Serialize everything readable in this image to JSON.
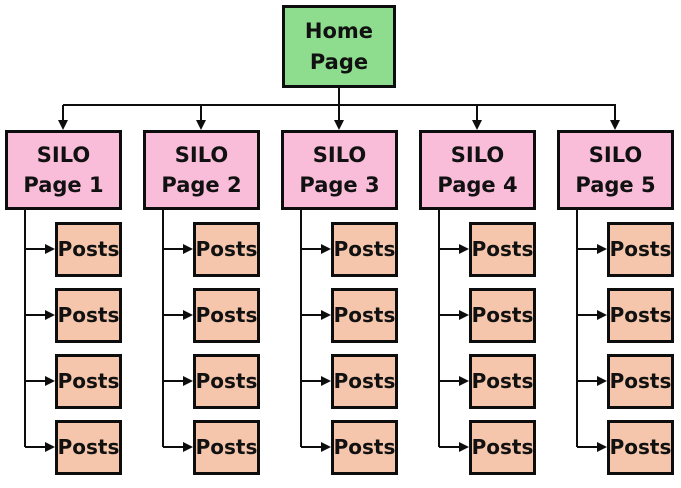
{
  "colors": {
    "background": "#ffffff",
    "home_fill": "#8edc8e",
    "silo_fill": "#f9bcd9",
    "posts_fill": "#f5c6ac",
    "line": "#0d0d0d"
  },
  "diagram": {
    "home": {
      "label": "Home\nPage"
    },
    "silos": [
      {
        "label": "SILO\nPage 1",
        "posts": [
          "Posts",
          "Posts",
          "Posts",
          "Posts"
        ]
      },
      {
        "label": "SILO\nPage 2",
        "posts": [
          "Posts",
          "Posts",
          "Posts",
          "Posts"
        ]
      },
      {
        "label": "SILO\nPage 3",
        "posts": [
          "Posts",
          "Posts",
          "Posts",
          "Posts"
        ]
      },
      {
        "label": "SILO\nPage 4",
        "posts": [
          "Posts",
          "Posts",
          "Posts",
          "Posts"
        ]
      },
      {
        "label": "SILO\nPage 5",
        "posts": [
          "Posts",
          "Posts",
          "Posts",
          "Posts"
        ]
      }
    ]
  }
}
